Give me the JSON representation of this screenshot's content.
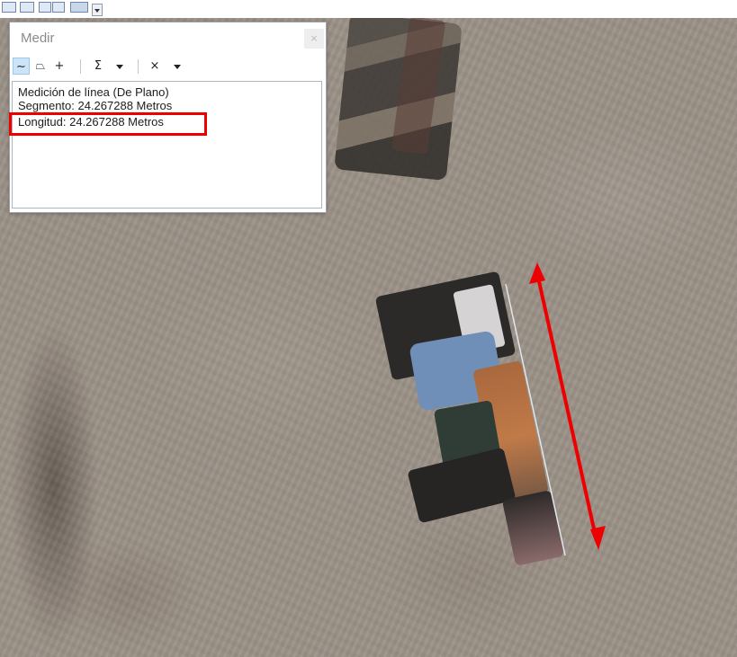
{
  "toolbar": {
    "icons": [
      "layout-icon",
      "window-icon",
      "grid-icon",
      "grid-icon",
      "table-icon",
      "dropdown-icon"
    ]
  },
  "measure_window": {
    "title": "Medir",
    "close_glyph": "×",
    "tools": {
      "line_glyph": "∼",
      "area_glyph": "⏢",
      "feature_glyph": "+",
      "sum_glyph": "Σ",
      "clear_glyph": "×"
    },
    "results": {
      "line1": "Medición de línea (De Plano)",
      "line2": "Segmento: 24.267288 Metros",
      "line3": "Longitud: 24.267288 Metros"
    }
  },
  "colors": {
    "annotation_red": "#ee0000",
    "measure_line": "#dfe7ef",
    "map_ground": "#9b9187"
  }
}
